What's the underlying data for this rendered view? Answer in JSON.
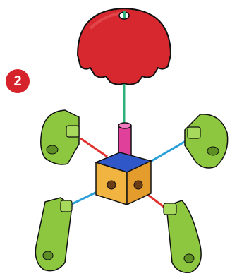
{
  "step": {
    "number": "2"
  },
  "parts": {
    "dome": "red-dome-cap",
    "connector": "pink-connector-rod",
    "hub": "cube-hub",
    "brackets": [
      "left-upper-bracket",
      "right-upper-bracket",
      "left-lower-bracket",
      "right-lower-bracket"
    ]
  },
  "colors": {
    "badge": "#d6222a",
    "dome": "#d7282f",
    "rod": "#e0409a",
    "hub_front": "#f2b441",
    "hub_top": "#2f57c8",
    "bracket": "#8dc63f",
    "guide_green": "#2fb07a",
    "guide_red": "#e0312e",
    "guide_blue": "#2a9fd8"
  }
}
